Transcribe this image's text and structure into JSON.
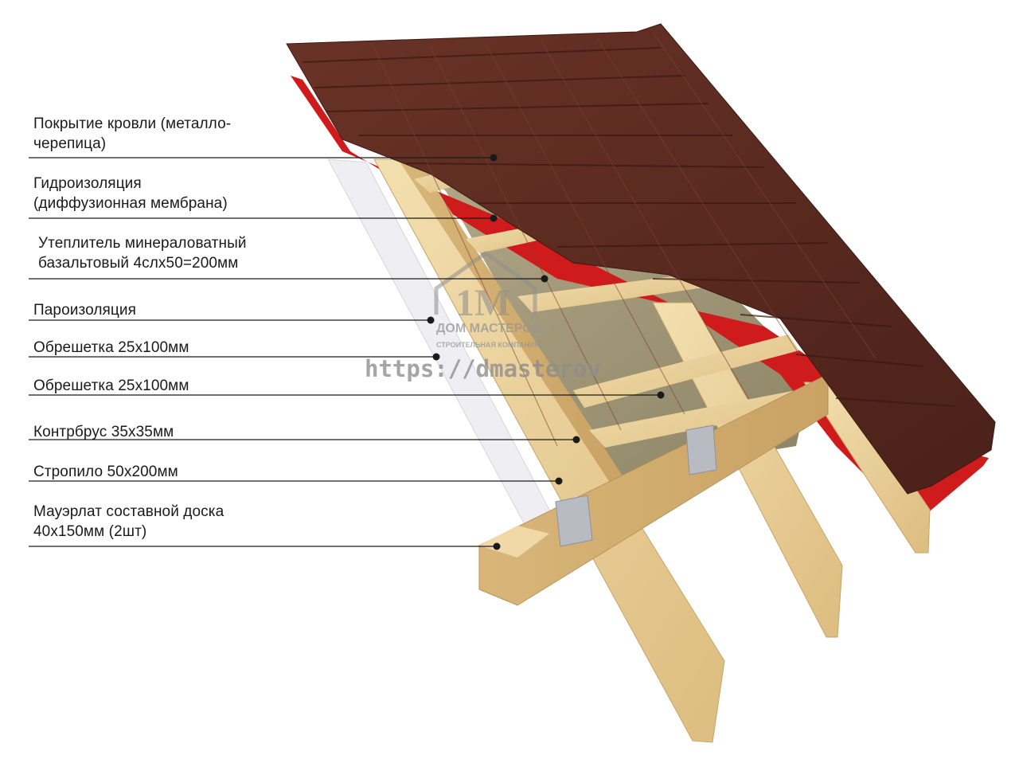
{
  "labels": [
    {
      "id": "roof-covering",
      "text": "Покрытие кровли (металло-\nчерепица)"
    },
    {
      "id": "waterproofing",
      "text": "Гидроизоляция\n(диффузионная мембрана)"
    },
    {
      "id": "insulation",
      "text": "Утеплитель минераловатный\nбазальтовый 4слх50=200мм"
    },
    {
      "id": "vapor-barrier",
      "text": "Пароизоляция"
    },
    {
      "id": "battens-1",
      "text": "Обрешетка 25х100мм"
    },
    {
      "id": "battens-2",
      "text": "Обрешетка 25х100мм"
    },
    {
      "id": "counter-batten",
      "text": "Контрбрус 35х35мм"
    },
    {
      "id": "rafter",
      "text": "Стропило 50х200мм"
    },
    {
      "id": "wall-plate",
      "text": "Мауэрлат составной доска\n40х150мм (2шт)"
    }
  ],
  "watermark": {
    "name": "ДОМ МАСТЕРОВ",
    "subtitle": "СТРОИТЕЛЬНАЯ КОМПАНИЯ",
    "url": "https://dmasterov",
    "logo_letters": "1М"
  },
  "colors": {
    "tile": "#5a2a20",
    "membrane": "#d01b1b",
    "wood": "#e9cf96",
    "insulation": "#9f9576",
    "vapor": "#eeeef2",
    "leader": "#1a1a1a"
  }
}
